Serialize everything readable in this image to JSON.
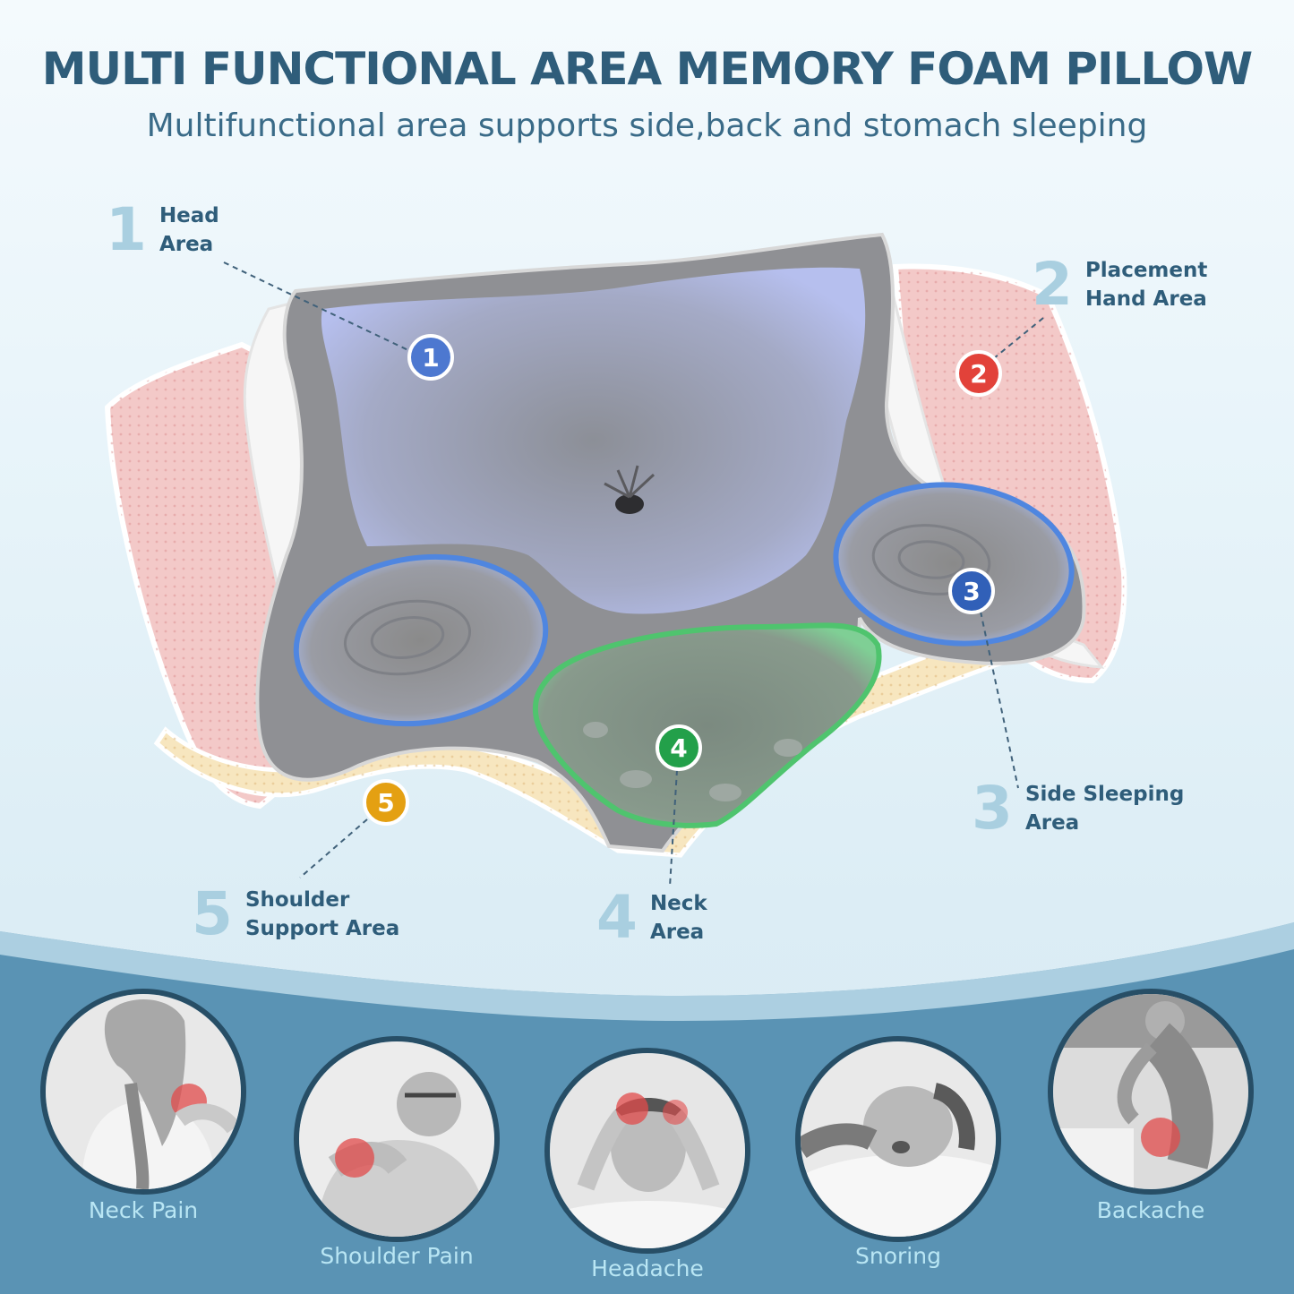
{
  "title": "MULTI FUNCTIONAL AREA MEMORY FOAM PILLOW",
  "subtitle": "Multifunctional area supports side,back and stomach sleeping",
  "areas": [
    {
      "number": "1",
      "label1": "Head",
      "label2": "Area",
      "color": "#4d78d0"
    },
    {
      "number": "2",
      "label1": "Placement",
      "label2": "Hand Area",
      "color": "#e2423a"
    },
    {
      "number": "3",
      "label1": "Side Sleeping",
      "label2": "Area",
      "color": "#3160b8"
    },
    {
      "number": "4",
      "label1": "Neck",
      "label2": "Area",
      "color": "#23a04a"
    },
    {
      "number": "5",
      "label1": "Shoulder",
      "label2": "Support Area",
      "color": "#e4a012"
    }
  ],
  "conditions": [
    {
      "label": "Neck Pain"
    },
    {
      "label": "Shoulder Pain"
    },
    {
      "label": "Headache"
    },
    {
      "label": "Snoring"
    },
    {
      "label": "Backache"
    }
  ],
  "colors": {
    "title": "#2f5d7a",
    "band": "#5a93b4",
    "caption": "#b9e6f4"
  }
}
